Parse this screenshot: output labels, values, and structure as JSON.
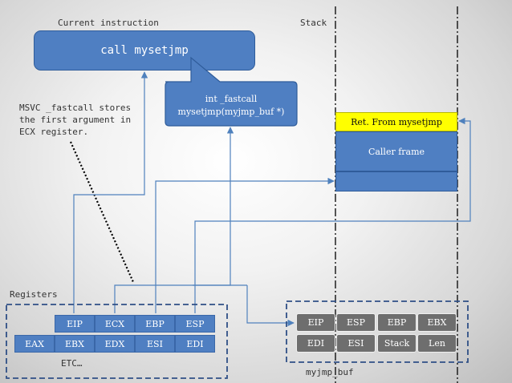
{
  "labels": {
    "current_instruction": "Current instruction",
    "stack": "Stack",
    "registers": "Registers",
    "etc": "ETC…",
    "myjmp_buf": "myjmp_buf",
    "note": "MSVC _fastcall stores\nthe first argument in\nECX register."
  },
  "call_box": {
    "text": "call mysetjmp"
  },
  "callout": {
    "line1": "int _fastcall",
    "line2": "mysetjmp(myjmp_buf *)"
  },
  "stack": {
    "ret": "Ret. From mysetjmp",
    "caller": "Caller frame"
  },
  "registers": {
    "row1": [
      "EIP",
      "ECX",
      "EBP",
      "ESP"
    ],
    "row2": [
      "EAX",
      "EBX",
      "EDX",
      "ESI",
      "EDI"
    ]
  },
  "jmpbuf": {
    "row1": [
      "EIP",
      "ESP",
      "EBP",
      "EBX"
    ],
    "row2": [
      "EDI",
      "ESI",
      "Stack",
      "Len"
    ]
  },
  "colors": {
    "box_blue": "#4f7fc2",
    "box_dark_gray": "#6e6e6e",
    "highlight_yellow": "#ffff00",
    "line_blue": "#4f81bd",
    "dashed_border": "#2f4f86"
  }
}
